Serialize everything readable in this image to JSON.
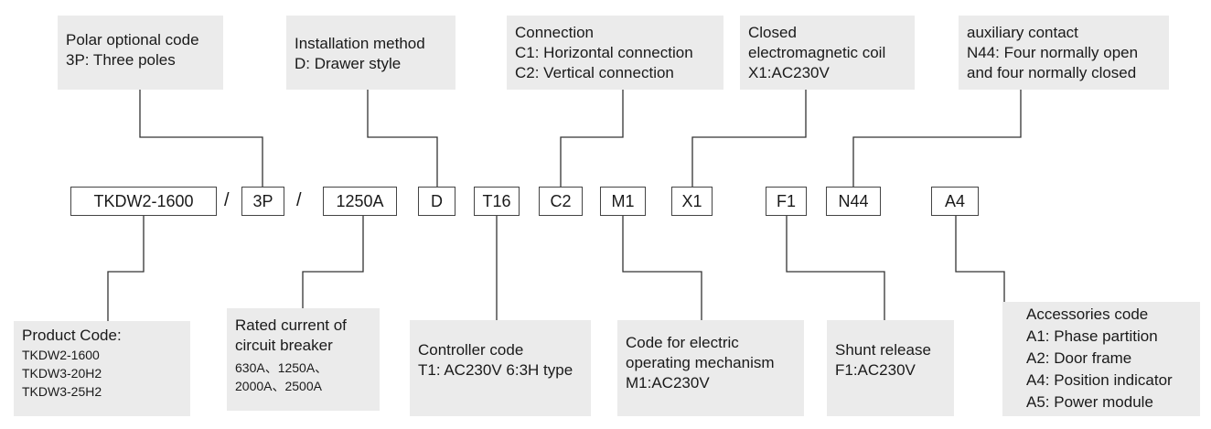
{
  "top": {
    "polar": {
      "title": "Polar optional code",
      "line1": "3P: Three poles"
    },
    "install": {
      "title": "Installation method",
      "line1": "D: Drawer style"
    },
    "connection": {
      "title": "Connection",
      "line1": "C1: Horizontal connection",
      "line2": "C2: Vertical connection"
    },
    "coil": {
      "title": "Closed",
      "line1": "electromagnetic coil",
      "line2": "X1:AC230V"
    },
    "aux": {
      "title": "auxiliary contact",
      "line1": "N44: Four normally open",
      "line2": "and four normally closed"
    }
  },
  "codes": {
    "model": "TKDW2-1600",
    "sep1": "/",
    "poles": "3P",
    "sep2": "/",
    "current": "1250A",
    "install": "D",
    "controller": "T16",
    "connection": "C2",
    "mechanism": "M1",
    "coil": "X1",
    "shunt": "F1",
    "aux": "N44",
    "accessory": "A4"
  },
  "bottom": {
    "product": {
      "title": "Product Code:",
      "items": [
        "TKDW2-1600",
        "TKDW3-20H2",
        "TKDW3-25H2"
      ]
    },
    "rated": {
      "title1": "Rated current of",
      "title2": "circuit breaker",
      "line1": "630A、1250A、",
      "line2": "2000A、2500A"
    },
    "controller": {
      "title": "Controller code",
      "line1": "T1: AC230V 6:3H type"
    },
    "mechanism": {
      "title1": "Code for electric",
      "title2": "operating mechanism",
      "line1": "M1:AC230V"
    },
    "shunt": {
      "title": "Shunt release",
      "line1": "F1:AC230V"
    },
    "accessories": {
      "title": "Accessories code",
      "items": [
        "A1: Phase partition",
        "A2: Door frame",
        "A4: Position indicator",
        "A5: Power module"
      ]
    }
  }
}
